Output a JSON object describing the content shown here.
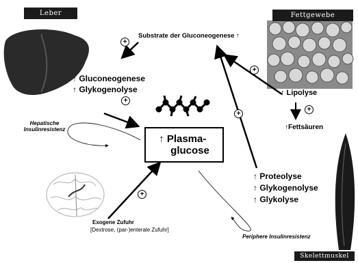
{
  "labels": {
    "leber": "Leber",
    "fettgewebe": "Fettgewebe",
    "skelettmuskel": "Skelettmuskel"
  },
  "substrate": "Substrate der Gluconeogenese ↑",
  "liver_processes": [
    "↑ Gluconeogenese",
    "↑ Glykogenolyse"
  ],
  "fat_processes": {
    "lipolyse": "↑ Lipolyse",
    "fettsaeuren": "↑Fettsäuren"
  },
  "muscle_processes": [
    "↑ Proteolyse",
    "↑ Glykogenolyse",
    "↑ Glykolyse"
  ],
  "center": {
    "line1": "↑ Plasma-",
    "line2": "glucose"
  },
  "hepatic_resistance": {
    "line1": "Hepatische",
    "line2": "Insulinresistenz"
  },
  "peripheral_resistance": "Periphere Insulinresistenz",
  "exogenous": {
    "title": "Exogene Zufuhr",
    "detail": "[Dextrose, (par-)enterale Zufuhr]"
  },
  "plus_sign": "+"
}
